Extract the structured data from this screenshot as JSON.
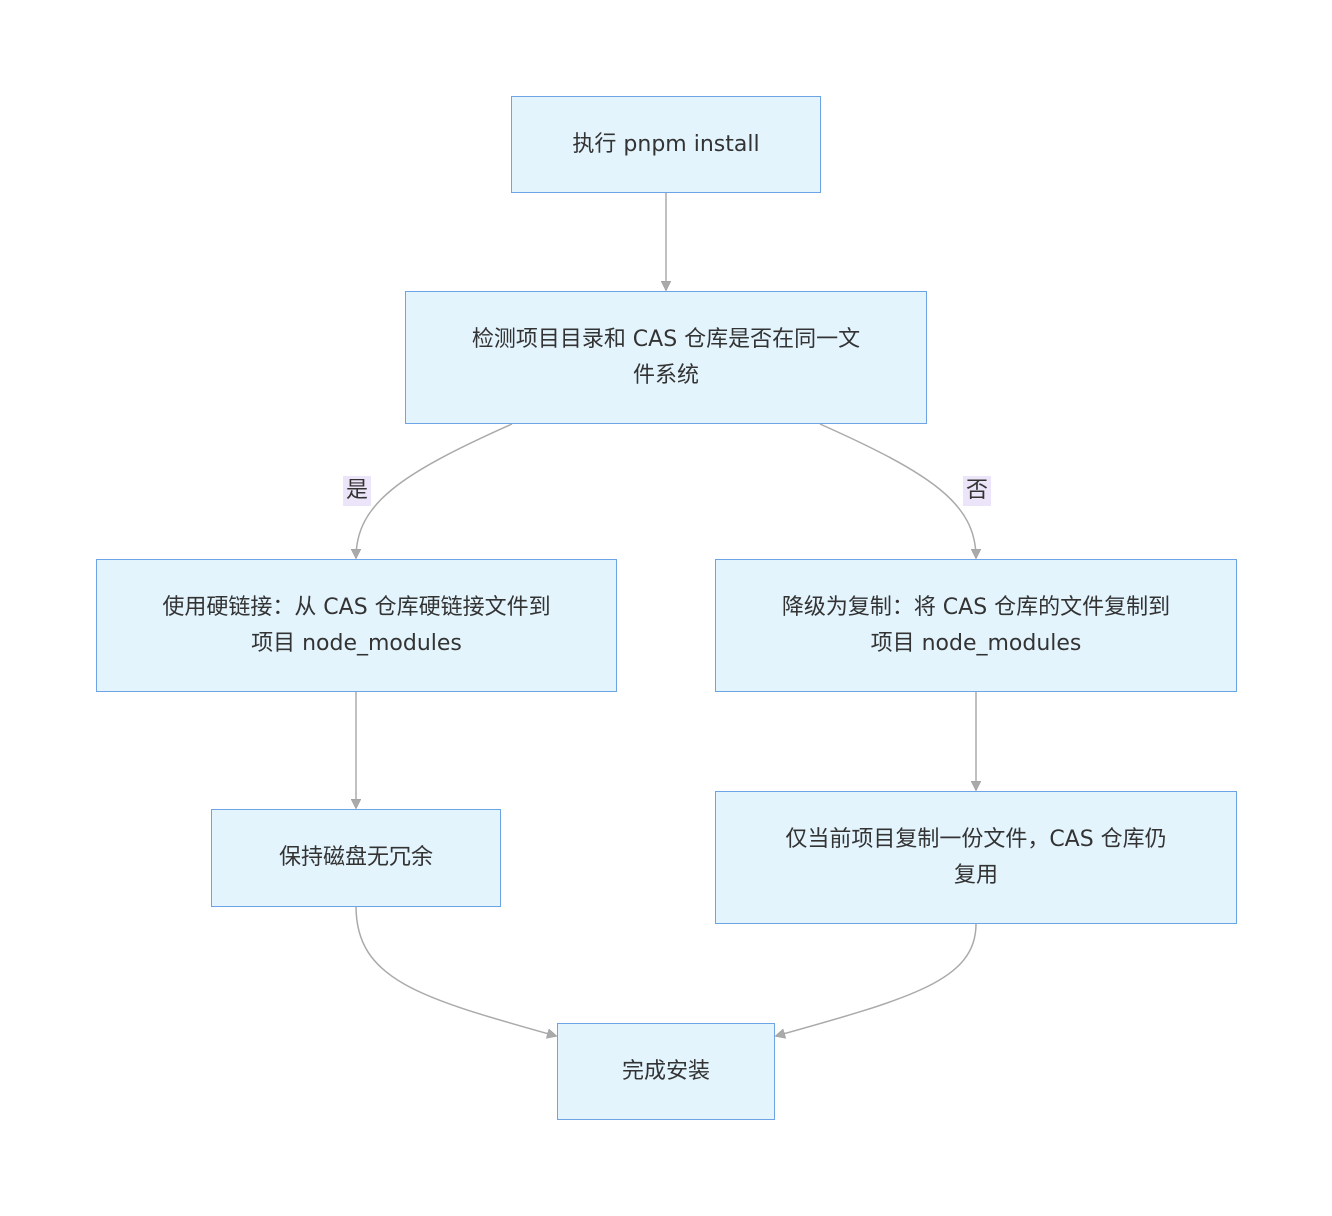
{
  "nodes": {
    "start": "执行 pnpm install",
    "check": "检测项目目录和 CAS 仓库是否在同一文件系统",
    "hardlink": "使用硬链接：从 CAS 仓库硬链接文件到项目 node_modules",
    "copy": "降级为复制：将 CAS 仓库的文件复制到项目 node_modules",
    "keep": "保持磁盘无冗余",
    "copyonly": "仅当前项目复制一份文件，CAS 仓库仍复用",
    "done": "完成安装"
  },
  "edge_labels": {
    "yes": "是",
    "no": "否"
  },
  "colors": {
    "node_fill": "#e3f4fd",
    "node_border": "#6ca4e6",
    "edge": "#aaaaaa",
    "label_bg": "#ece4f9",
    "text": "#333333"
  }
}
